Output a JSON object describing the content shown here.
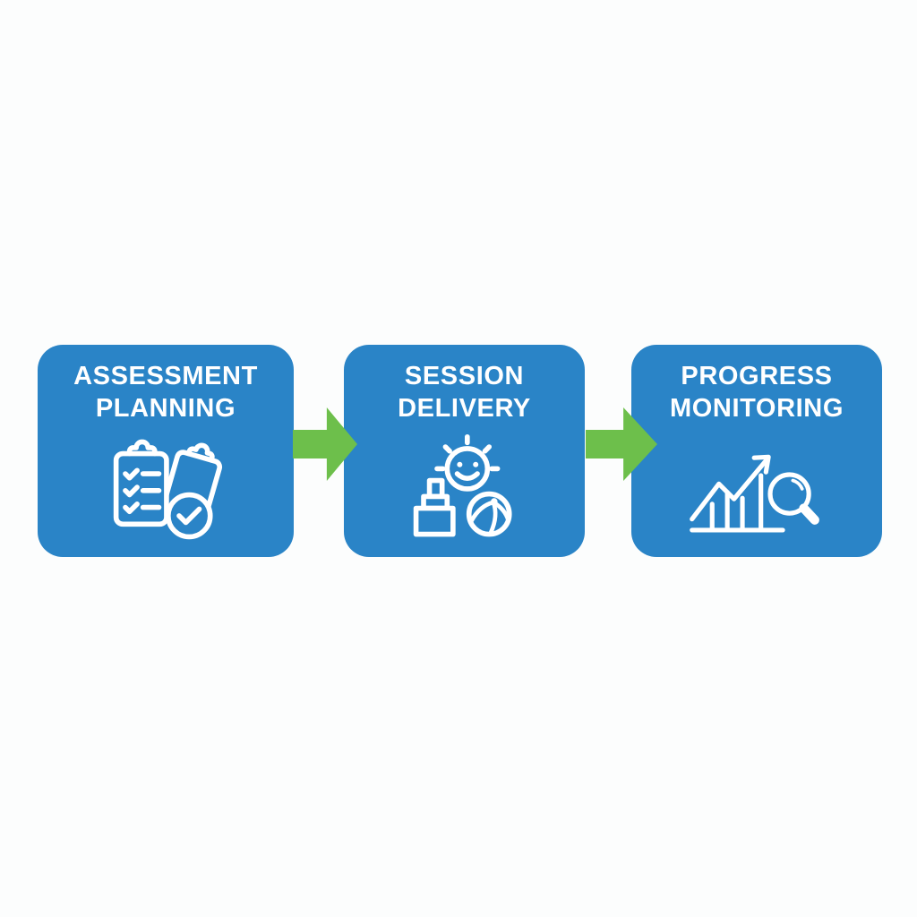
{
  "diagram_title": "",
  "colors": {
    "background": "#fcfdfd",
    "box_blue": "#2a84c7",
    "arrow_green": "#6dbf4b",
    "text_white": "#ffffff"
  },
  "steps": [
    {
      "id": "assessment-planning",
      "title_line1": "ASSESSMENT",
      "title_line2": "PLANNING",
      "icon": "clipboard-checklist-icon"
    },
    {
      "id": "session-delivery",
      "title_line1": "SESSION",
      "title_line2": "DELIVERY",
      "icon": "sun-blocks-ball-icon"
    },
    {
      "id": "progress-monitoring",
      "title_line1": "PROGRESS",
      "title_line2": "MONITORING",
      "icon": "chart-magnifier-icon"
    }
  ],
  "connectors": [
    {
      "type": "arrow-right"
    },
    {
      "type": "arrow-right"
    }
  ]
}
